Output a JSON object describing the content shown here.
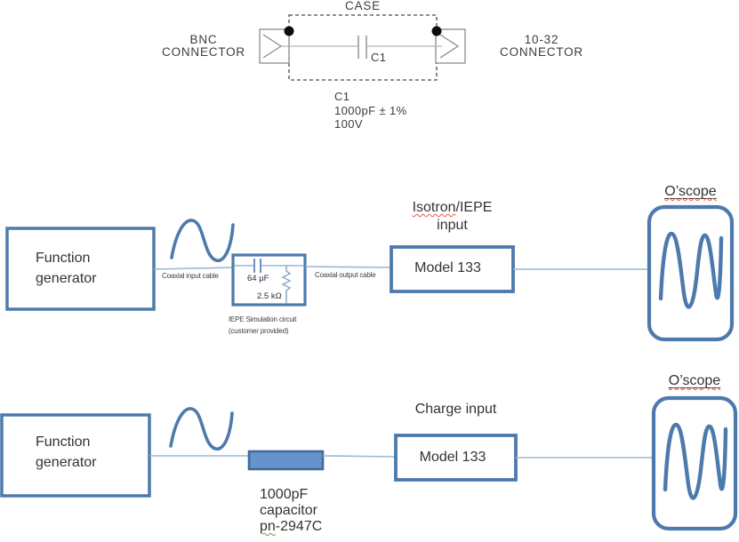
{
  "schematic": {
    "case_label": "CASE",
    "bnc_connector": {
      "line1": "BNC",
      "line2": "CONNECTOR"
    },
    "coupling_connector": {
      "line1": "10-32",
      "line2": "CONNECTOR"
    },
    "capacitor_ref": "C1",
    "capacitor_specs": {
      "ref": "C1",
      "value": "1000pF ± 1%",
      "voltage": "100V"
    }
  },
  "iepe_setup": {
    "source_label": {
      "line1": "Function",
      "line2": "generator"
    },
    "input_cable_label": "Coaxial input cable",
    "output_cable_label": "Coaxial output cable",
    "sim_circuit": {
      "capacitor_value": "64 μF",
      "resistor_value": "2.5 kΩ",
      "caption_line1": "IEPE Simulation circuit",
      "caption_line2": "(customer provided)"
    },
    "input_label": {
      "word_flagged": "Isotron",
      "rest": "/IEPE",
      "line2": "input"
    },
    "device_label": "Model 133",
    "scope_label": "O’scope"
  },
  "charge_setup": {
    "source_label": {
      "line1": "Function",
      "line2": "generator"
    },
    "input_label": "Charge input",
    "device_label": "Model 133",
    "capacitor_label": {
      "line1": "1000pF",
      "line2": "capacitor",
      "line3_flagged": "pn",
      "line3_rest": "-2947C"
    },
    "scope_label": "O’scope"
  },
  "colors": {
    "shape_stroke": "#4d7aac",
    "wire": "#9ab7d8",
    "capacitor_fill": "#6593cc",
    "capacitor_border": "#44699c",
    "schematic_stroke": "#4a4a4a",
    "connector_stroke": "#8c8c8c"
  }
}
